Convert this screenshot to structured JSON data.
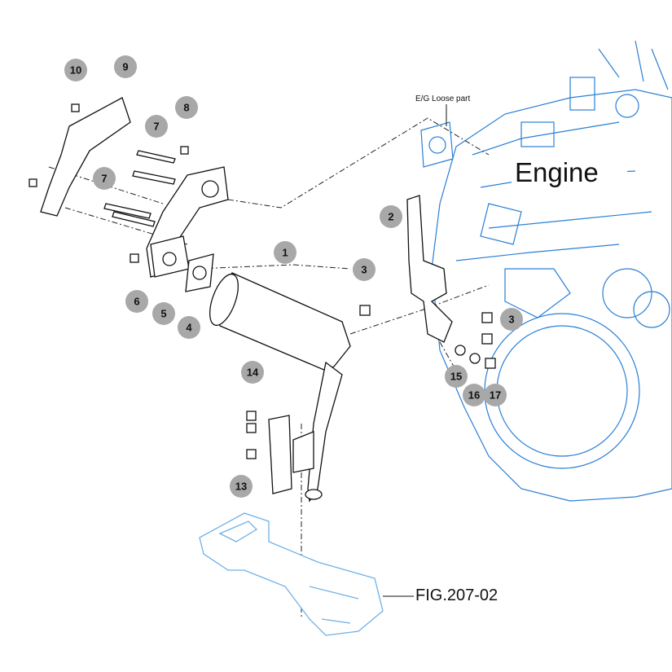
{
  "labels": {
    "engine": "Engine",
    "loose_part": "E/G Loose part",
    "fig_ref": "FIG.207-02"
  },
  "callouts": [
    "10",
    "9",
    "8",
    "7",
    "7",
    "6",
    "5",
    "4",
    "1",
    "3",
    "2",
    "3",
    "15",
    "16",
    "17",
    "14",
    "13"
  ],
  "colors": {
    "engine_lines": "#2a7fd4",
    "frame_lines": "#6fb0e8",
    "callout_fill": "#a8a8a8"
  }
}
